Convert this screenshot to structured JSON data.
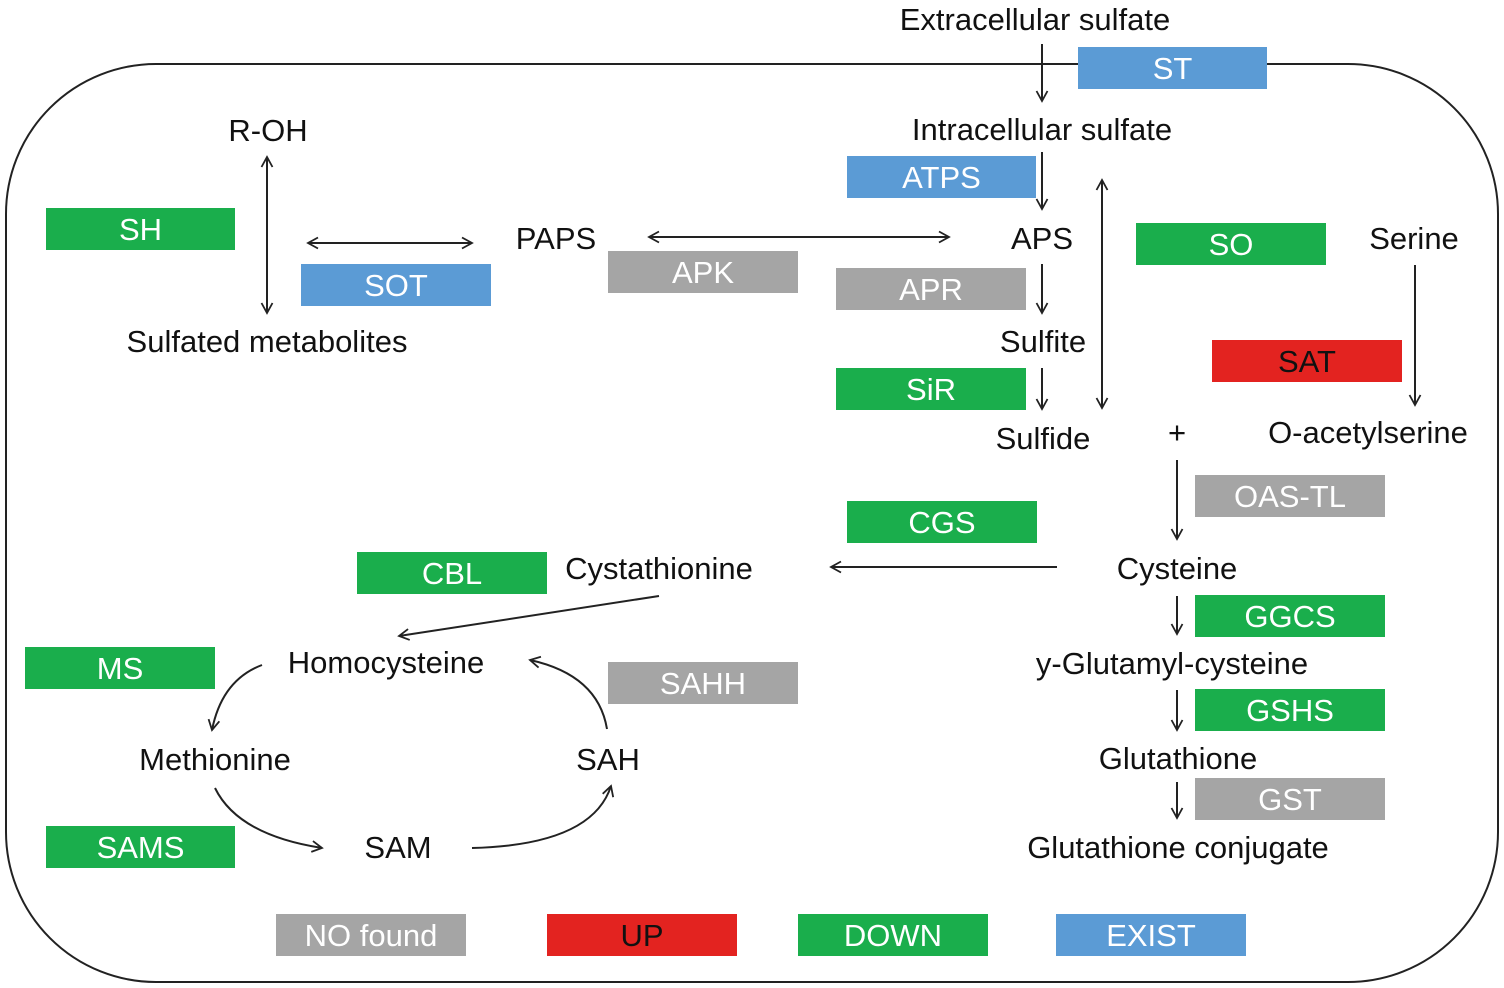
{
  "colors": {
    "exist": "#5b9bd5",
    "down": "#1aae4c",
    "up": "#e32320",
    "not_found": "#a5a5a5",
    "cell_outline": "#222222",
    "text": "#111111"
  },
  "metabolites": {
    "extracellular_sulfate": "Extracellular sulfate",
    "intracellular_sulfate": "Intracellular sulfate",
    "r_oh": "R-OH",
    "paps": "PAPS",
    "aps": "APS",
    "serine": "Serine",
    "sulfated_metabolites": "Sulfated metabolites",
    "sulfite": "Sulfite",
    "sulfide": "Sulfide",
    "plus": "+",
    "o_acetylserine": "O-acetylserine",
    "cysteine": "Cysteine",
    "cystathionine": "Cystathionine",
    "homocysteine": "Homocysteine",
    "methionine": "Methionine",
    "sam": "SAM",
    "sah": "SAH",
    "gamma_glutamyl_cysteine": "y-Glutamyl-cysteine",
    "glutathione": "Glutathione",
    "glutathione_conjugate": "Glutathione conjugate"
  },
  "enzymes": {
    "st": {
      "label": "ST",
      "status": "exist"
    },
    "atps": {
      "label": "ATPS",
      "status": "exist"
    },
    "sh": {
      "label": "SH",
      "status": "down"
    },
    "sot": {
      "label": "SOT",
      "status": "exist"
    },
    "apk": {
      "label": "APK",
      "status": "not_found"
    },
    "apr": {
      "label": "APR",
      "status": "not_found"
    },
    "so": {
      "label": "SO",
      "status": "down"
    },
    "sat": {
      "label": "SAT",
      "status": "up"
    },
    "sir": {
      "label": "SiR",
      "status": "down"
    },
    "oas_tl": {
      "label": "OAS-TL",
      "status": "not_found"
    },
    "cgs": {
      "label": "CGS",
      "status": "down"
    },
    "cbl": {
      "label": "CBL",
      "status": "down"
    },
    "ggcs": {
      "label": "GGCS",
      "status": "down"
    },
    "ms": {
      "label": "MS",
      "status": "down"
    },
    "sahh": {
      "label": "SAHH",
      "status": "not_found"
    },
    "gshs": {
      "label": "GSHS",
      "status": "down"
    },
    "gst": {
      "label": "GST",
      "status": "not_found"
    },
    "sams": {
      "label": "SAMS",
      "status": "down"
    }
  },
  "legend": {
    "not_found": "NO found",
    "up": "UP",
    "down": "DOWN",
    "exist": "EXIST"
  }
}
